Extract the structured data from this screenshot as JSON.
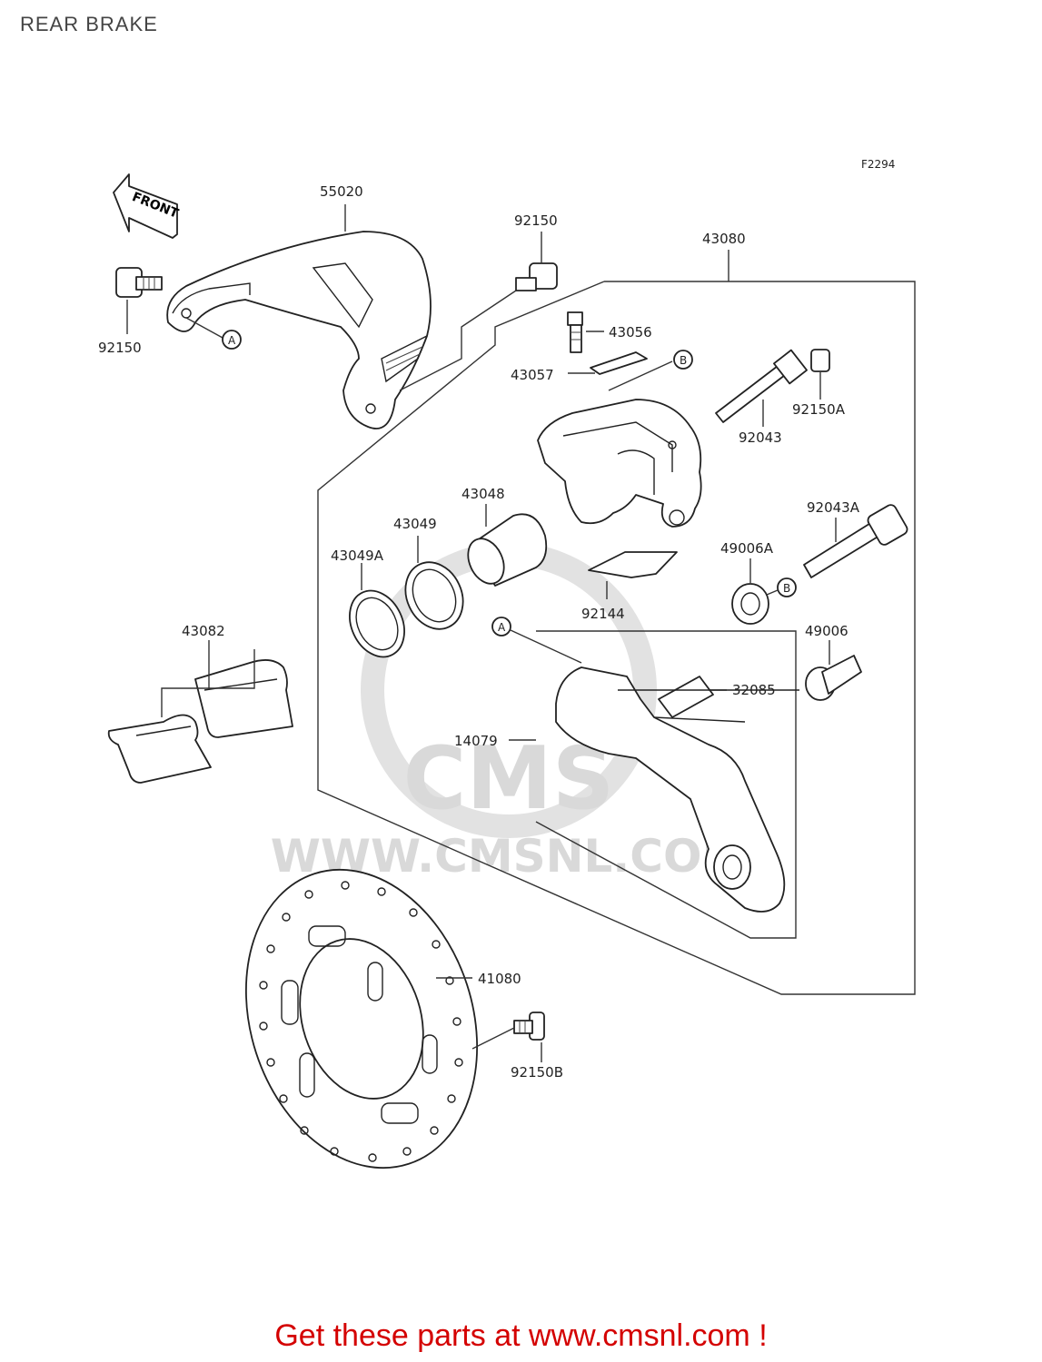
{
  "title": "REAR BRAKE",
  "figure_code": "F2294",
  "front_label": "FRONT",
  "watermark": {
    "line1": "CMS",
    "line2": "WWW.CMSNL.COM"
  },
  "callouts": {
    "A": "A",
    "B": "B"
  },
  "part_numbers": {
    "guard": "55020",
    "bolt_guard_left": "92150",
    "bolt_guard_right": "92150",
    "caliper_assembly": "43080",
    "bleed_valve": "43056",
    "cap": "43057",
    "pin": "92043",
    "pin_cap": "92150A",
    "piston": "43048",
    "seal": "43049",
    "seal_dust": "43049A",
    "pin_bolt": "92043A",
    "bushing": "49006A",
    "spring": "92144",
    "pads": "43082",
    "boot": "49006",
    "pad_spring": "32085",
    "bracket": "14079",
    "disc": "41080",
    "disc_bolt": "92150B"
  },
  "footer": "Get these parts at www.cmsnl.com !"
}
